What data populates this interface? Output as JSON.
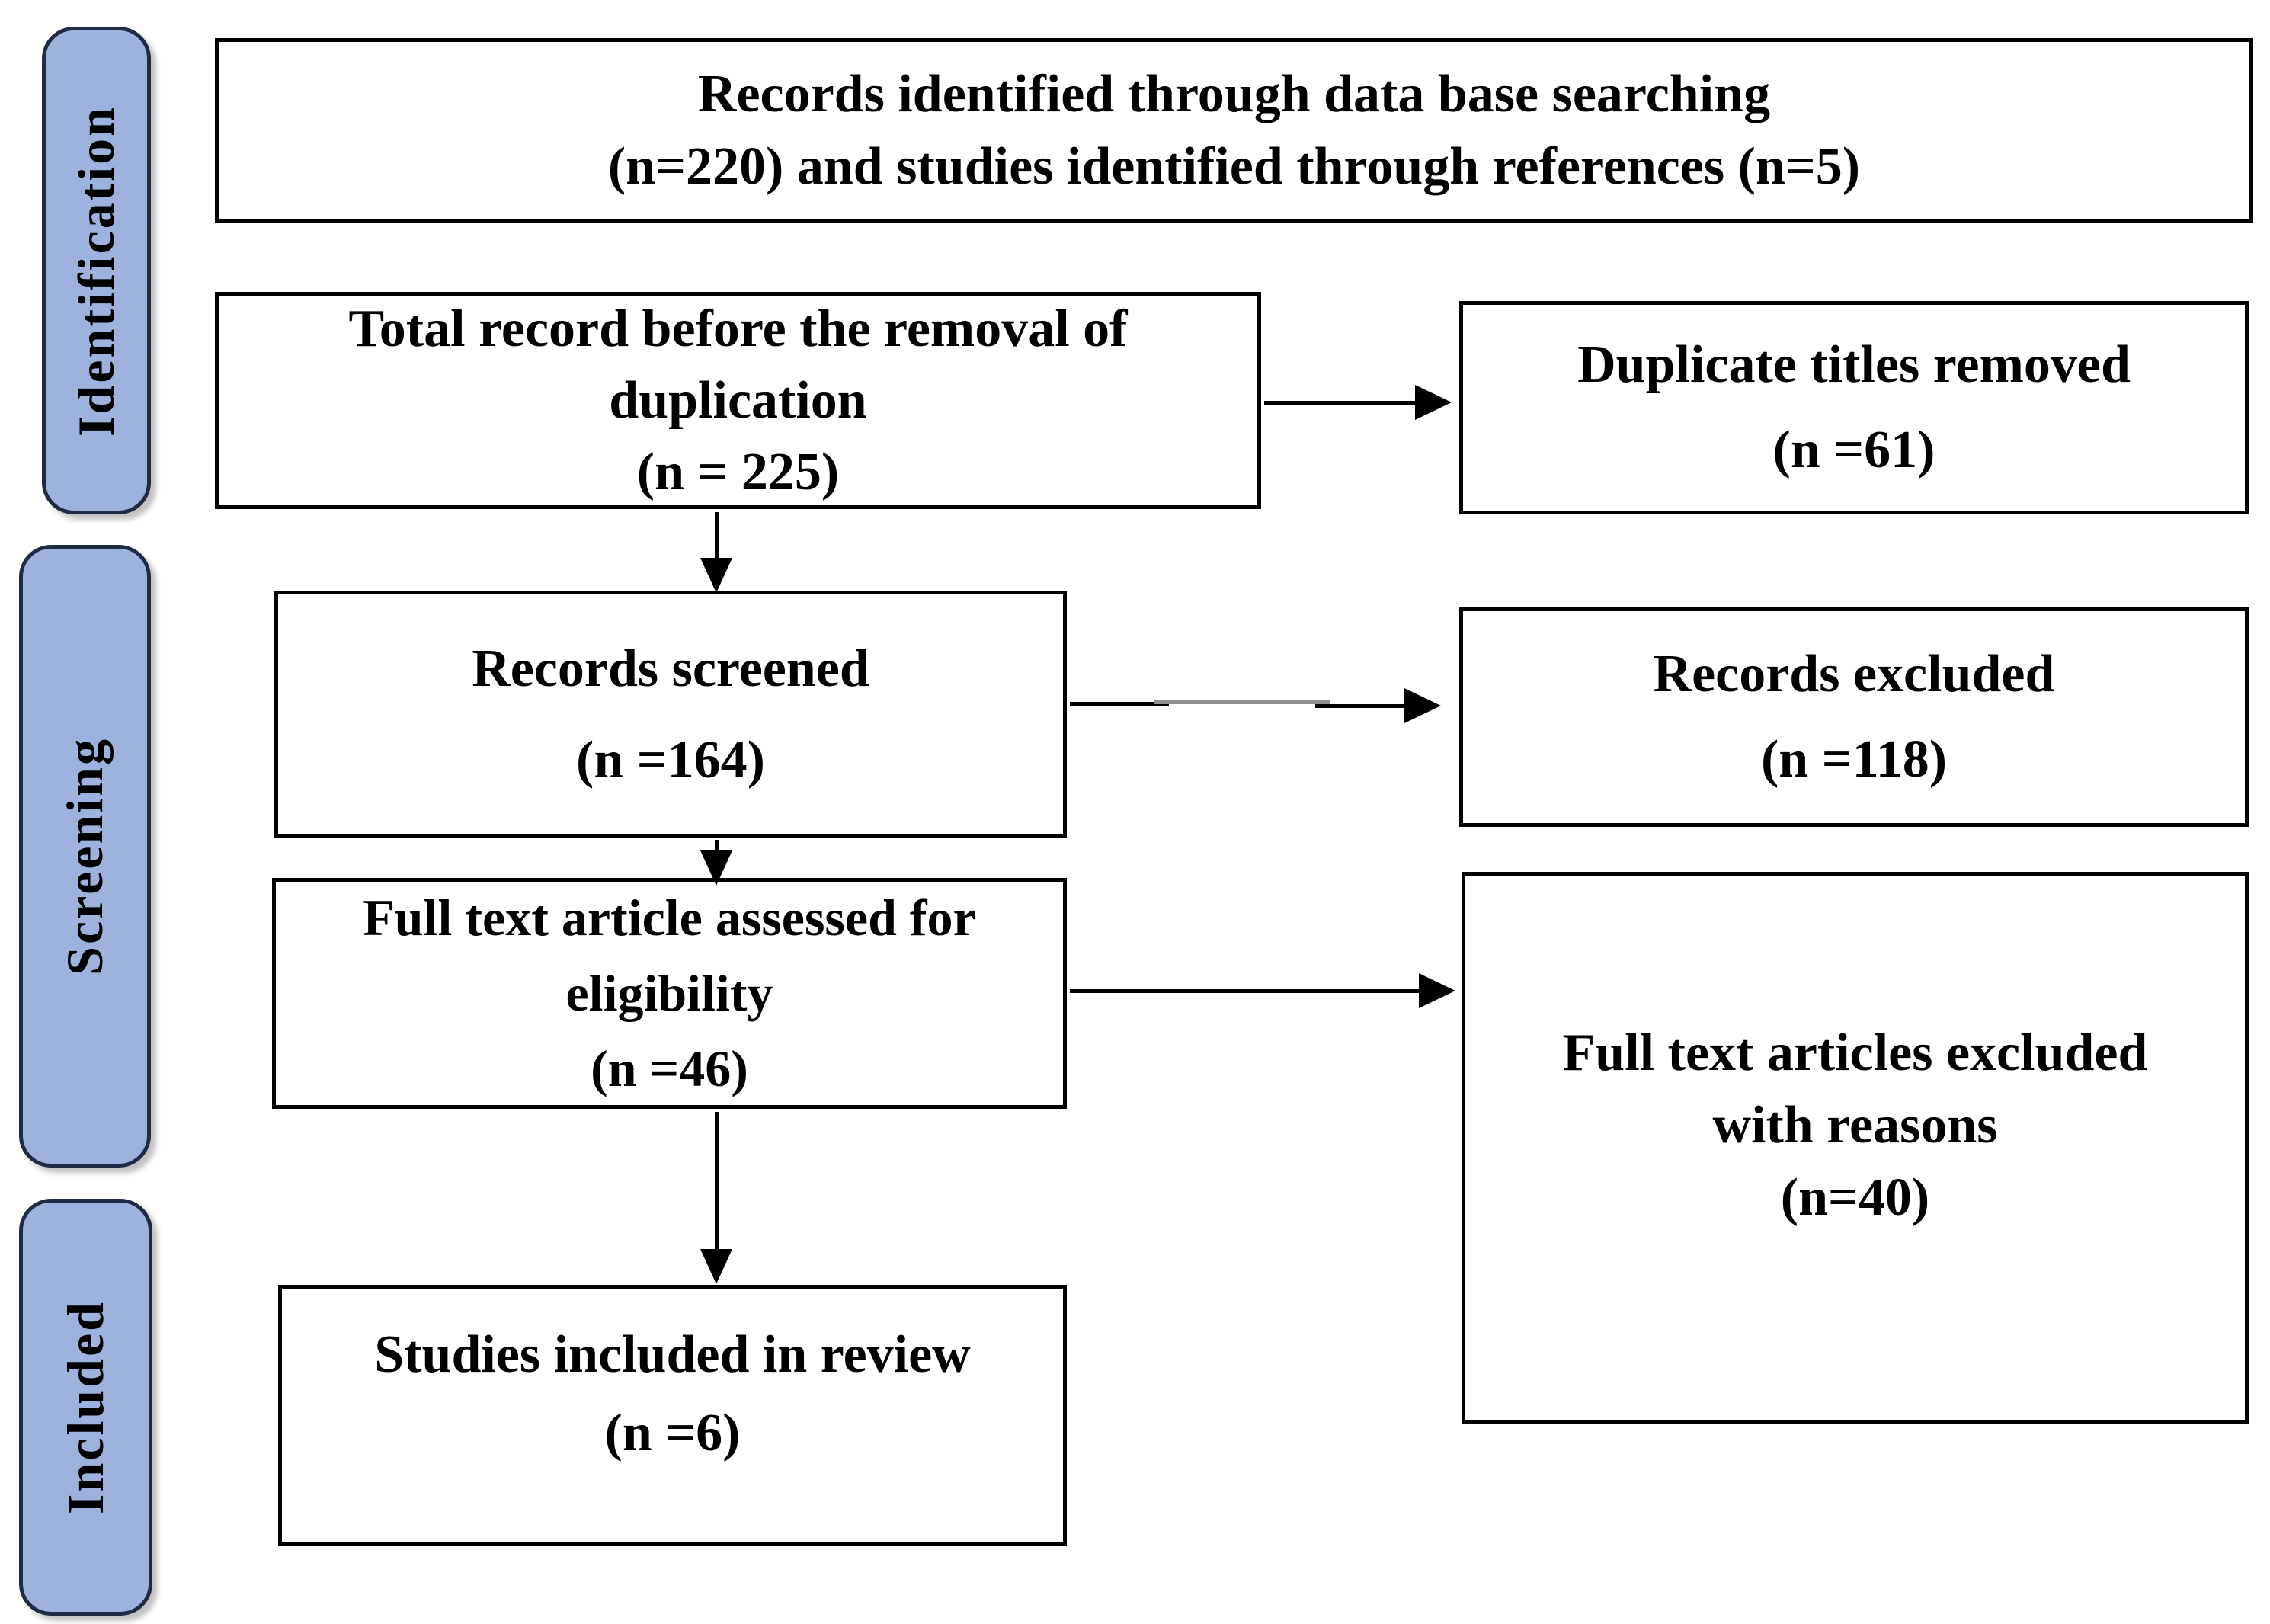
{
  "sidebar": [
    {
      "id": "identification",
      "label": "Identification"
    },
    {
      "id": "screening",
      "label": "Screening"
    },
    {
      "id": "included",
      "label": "Included"
    }
  ],
  "boxes": {
    "records_identified": {
      "lines": [
        "Records identified through data base searching",
        "(n=220) and studies identified through references (n=5)"
      ]
    },
    "total_before_duplicate_removal": {
      "lines": [
        "Total record before the removal of",
        "duplication",
        "(n = 225)"
      ]
    },
    "duplicate_titles_removed": {
      "lines": [
        "Duplicate titles removed",
        "(n =61)"
      ]
    },
    "records_screened": {
      "lines": [
        "Records screened",
        "(n =164)"
      ]
    },
    "records_excluded": {
      "lines": [
        "Records excluded",
        "(n =118)"
      ]
    },
    "full_text_assessed": {
      "lines": [
        "Full text article assessed for",
        "eligibility",
        "(n =46)"
      ]
    },
    "full_text_excluded": {
      "lines": [
        "Full text articles excluded",
        "with reasons",
        "(n=40)"
      ]
    },
    "studies_included": {
      "lines": [
        "Studies included in review",
        "(n =6)"
      ]
    }
  },
  "counts": {
    "identified_database": 220,
    "identified_references": 5,
    "total_before_duplicate_removal": 225,
    "duplicate_titles_removed": 61,
    "records_screened": 164,
    "records_excluded": 118,
    "full_text_assessed": 46,
    "full_text_excluded": 40,
    "studies_included": 6
  },
  "colors": {
    "stage_fill": "#9DB2DC",
    "stage_border": "#1F2A44",
    "box_border": "#000000",
    "arrow": "#000000",
    "arrow_faded_segment": "#8F8F8F",
    "background": "#FFFFFF",
    "text": "#000000"
  }
}
